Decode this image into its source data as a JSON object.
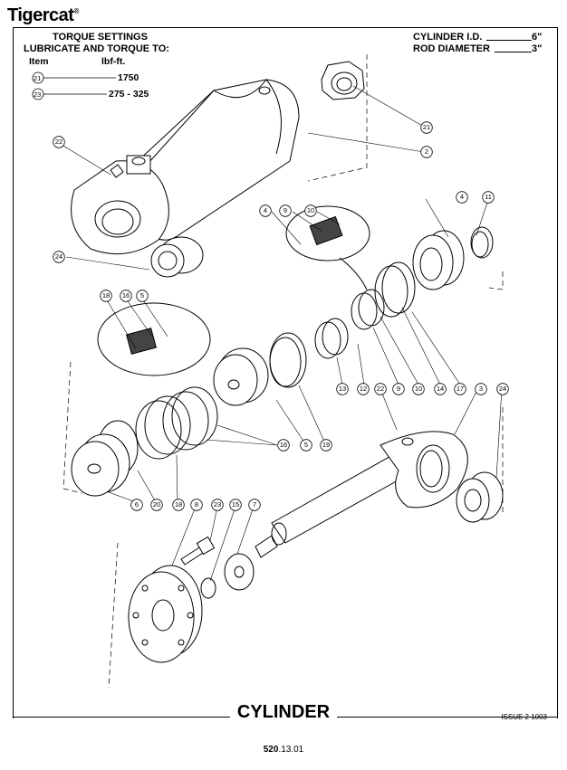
{
  "brand": {
    "name": "Tigercat",
    "mark": "®"
  },
  "torque": {
    "heading1": "TORQUE SETTINGS",
    "heading2": "LUBRICATE AND TORQUE TO:",
    "col_item": "Item",
    "col_value": "lbf-ft.",
    "rows": [
      {
        "item": "21",
        "value": "1750"
      },
      {
        "item": "23",
        "value": "275 - 325"
      }
    ]
  },
  "specs": {
    "cylinder_id_label": "CYLINDER I.D.",
    "cylinder_id_value": "6\"",
    "rod_diameter_label": "ROD DIAMETER",
    "rod_diameter_value": "3\""
  },
  "callouts": [
    "22",
    "24",
    "21",
    "2",
    "4",
    "9",
    "10",
    "4",
    "11",
    "18",
    "16",
    "5",
    "13",
    "12",
    "9",
    "10",
    "14",
    "17",
    "22",
    "3",
    "24",
    "16",
    "5",
    "19",
    "6",
    "20",
    "18",
    "8",
    "23",
    "15",
    "7"
  ],
  "title": "CYLINDER",
  "issue": "ISSUE 2 1003",
  "page": {
    "main": "520",
    "sub": ".13.01"
  }
}
